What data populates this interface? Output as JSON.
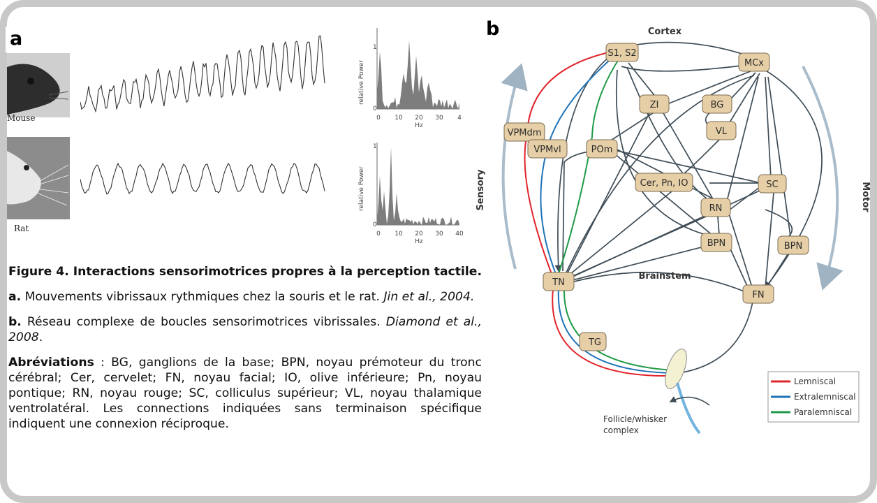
{
  "panel_a": {
    "letter": "a",
    "mouse_label": "Mouse",
    "rat_label": "Rat",
    "spectrum_top": {
      "ylabel": "relative Power",
      "xlabel": "Hz",
      "xticks": [
        "0",
        "10",
        "20",
        "30",
        "4"
      ],
      "yticks": [
        "1",
        "0"
      ]
    },
    "spectrum_bottom": {
      "ylabel": "relative Power",
      "xlabel": "Hz",
      "xticks": [
        "0",
        "10",
        "20",
        "30",
        "40"
      ],
      "yticks": [
        "1",
        "0"
      ]
    }
  },
  "caption": {
    "title": "Figure 4. Interactions sensorimotrices propres à la perception tactile.",
    "a_lead": "a.",
    "a_text": " Mouvements vibrissaux rythmiques chez la souris et le rat. ",
    "a_ref": "Jin et al., 2004.",
    "b_lead": "b.",
    "b_text": " Réseau complexe de boucles sensorimotrices vibrissales. ",
    "b_ref": "Diamond et al., 2008",
    "b_end": ".",
    "abbr_lead": "Abréviations",
    "abbr_text": " : BG, ganglions de la base; BPN, noyau prémoteur du tronc cérébral; Cer, cervelet; FN, noyau facial; IO, olive inférieure; Pn, noyau pontique; RN, noyau rouge; SC, colliculus supérieur; VL, noyau thalamique ventrolatéral. Les connections indiquées sans terminaison spécifique indiquent une connexion réciproque."
  },
  "panel_b": {
    "letter": "b",
    "region_labels": {
      "cortex": "Cortex",
      "brainstem": "Brainstem",
      "sensory": "Sensory",
      "motor": "Motor",
      "follicle": "Follicle/whisker",
      "follicle2": "complex"
    },
    "nodes": {
      "s1s2": "S1, S2",
      "mcx": "MCx",
      "zi": "ZI",
      "bg": "BG",
      "vl": "VL",
      "vpmdm": "VPMdm",
      "vpmvl": "VPMvl",
      "pom": "POm",
      "cer": "Cer, Pn, IO",
      "sc": "SC",
      "rn": "RN",
      "bpn1": "BPN",
      "bpn2": "BPN",
      "tn": "TN",
      "fn": "FN",
      "tg": "TG"
    },
    "legend": [
      {
        "name": "Lemniscal",
        "color": "#e0242b"
      },
      {
        "name": "Extralemniscal",
        "color": "#1f73b7"
      },
      {
        "name": "Paralemniscal",
        "color": "#1f9a48"
      }
    ]
  }
}
